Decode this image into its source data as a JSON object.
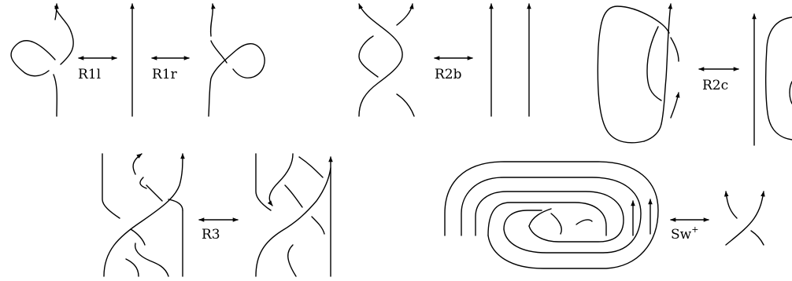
{
  "moves": {
    "r1l": "R1l",
    "r1r": "R1r",
    "r2b": "R2b",
    "r2c": "R2c",
    "r3": "R3",
    "sw_base": "Sw",
    "sw_sup": "+"
  }
}
